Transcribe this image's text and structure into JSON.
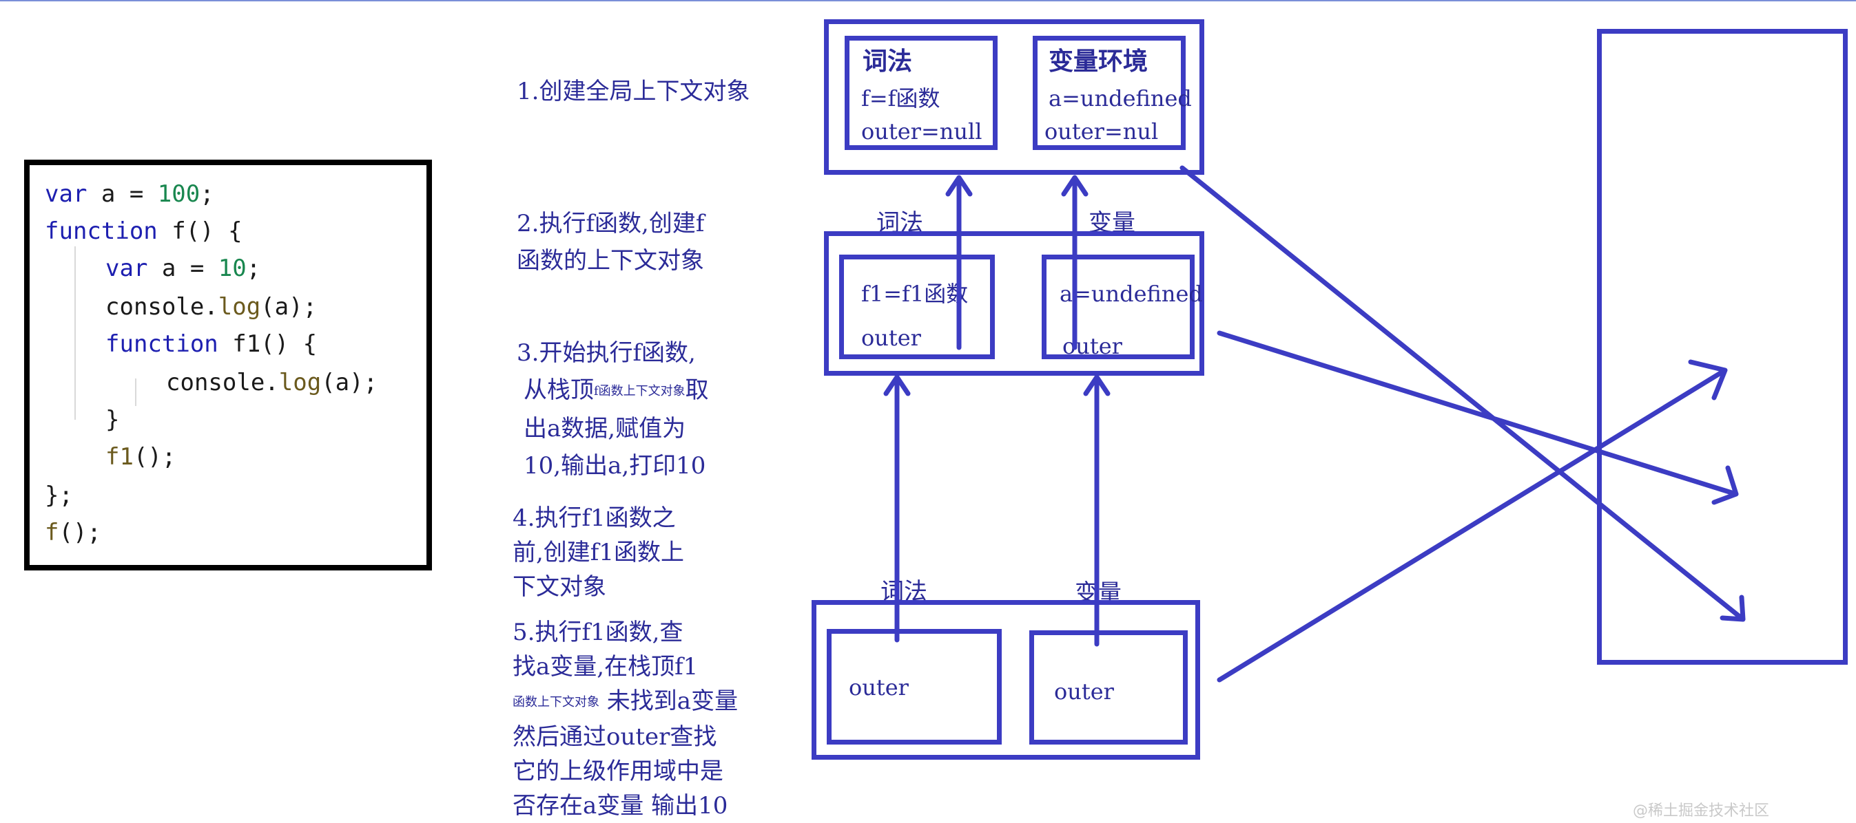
{
  "code": {
    "lines": [
      {
        "kw": "var",
        "rest": " a = ",
        "num": "100",
        ";": ";"
      },
      {
        "kw": "function",
        "rest": " f() {"
      },
      {
        "kw": "var",
        "rest": " a = ",
        "num": "10",
        ";": ";"
      },
      {
        "obj": "console.",
        "fn": "log",
        "rest": "(a);"
      },
      {
        "kw": "function",
        "rest": " f1() {"
      },
      {
        "obj": "console.",
        "fn": "log",
        "rest": "(a);"
      },
      {
        "rest": "}"
      },
      {
        "fn": "f1",
        "rest": "();"
      },
      {
        "rest": "};"
      },
      {
        "fn": "f",
        "rest": "();"
      }
    ]
  },
  "steps": [
    {
      "lines": [
        "1.创建全局上下文对象"
      ]
    },
    {
      "lines": [
        "2.执行f函数,创建f",
        "函数的上下文对象"
      ]
    },
    {
      "l1": "3.开始执行f函数,",
      "l2a": "从栈顶",
      "l2b": "f函数上下文对象",
      "l2c": "取",
      "l3": "出a数据,赋值为",
      "l4": "10,输出a,打印10"
    },
    {
      "lines": [
        "4.执行f1函数之",
        "前,创建f1函数上",
        "下文对象"
      ]
    },
    {
      "l1": "5.执行f1函数,查",
      "l2": "找a变量,在栈顶f1",
      "l3a": "函数上下文对象",
      "l3b": " 未找到a变量",
      "l4": "然后通过outer查找",
      "l5": "它的上级作用域中是",
      "l6": "否存在a变量 输出10"
    }
  ],
  "global_ctx": {
    "lexical": {
      "title": "词法",
      "lines": [
        "f=f函数",
        "outer=null"
      ]
    },
    "variable": {
      "title": "变量环境",
      "lines": [
        "a=undefined",
        "outer=nul"
      ]
    }
  },
  "f_ctx": {
    "lexical_label": "词法",
    "variable_label": "变量",
    "lexical": {
      "lines": [
        "f1=f1函数",
        "outer"
      ]
    },
    "variable": {
      "lines": [
        "a=undefined",
        "outer"
      ]
    }
  },
  "f1_ctx": {
    "lexical_label": "词法",
    "variable_label": "变量",
    "lexical": {
      "lines": [
        "outer"
      ]
    },
    "variable": {
      "lines": [
        "outer"
      ]
    }
  },
  "watermark": "@稀土掘金技术社区",
  "colors": {
    "stroke": "#3c3cc3",
    "text": "#2b2b98",
    "keyword": "#1d1fb0",
    "number": "#19874f"
  }
}
